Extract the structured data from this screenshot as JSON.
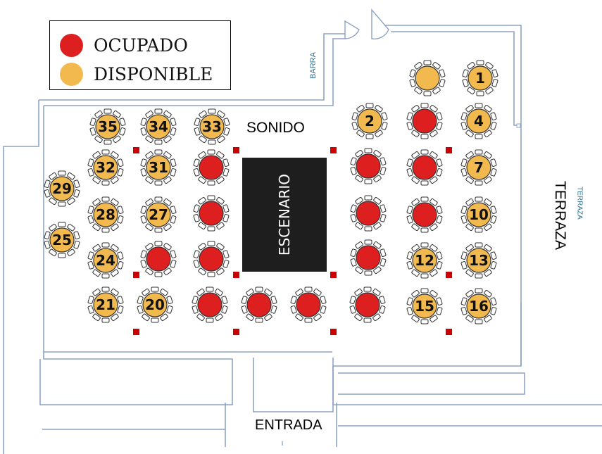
{
  "colors": {
    "occupied": "#dd1f1f",
    "available": "#f2b94e",
    "pillar": "#cc0000",
    "stage": "#1e1e1e",
    "wall": "#8ea3c4",
    "chair": "#ffffff"
  },
  "legend": {
    "occupied_label": "OCUPADO",
    "available_label": "DISPONIBLE"
  },
  "labels": {
    "barra": "BARRA",
    "sonido": "SONIDO",
    "escenario": "ESCENARIO",
    "terraza_small": "TERRAZA",
    "terraza": "TERRAZA",
    "entrada": "ENTRADA"
  },
  "tables": [
    {
      "number": "",
      "status": "available"
    },
    {
      "number": "1",
      "status": "available"
    },
    {
      "number": "2",
      "status": "available"
    },
    {
      "number": "",
      "status": "occupied"
    },
    {
      "number": "4",
      "status": "available"
    },
    {
      "number": "35",
      "status": "available"
    },
    {
      "number": "34",
      "status": "available"
    },
    {
      "number": "33",
      "status": "available"
    },
    {
      "number": "32",
      "status": "available"
    },
    {
      "number": "31",
      "status": "available"
    },
    {
      "number": "",
      "status": "occupied"
    },
    {
      "number": "",
      "status": "occupied"
    },
    {
      "number": "",
      "status": "occupied"
    },
    {
      "number": "7",
      "status": "available"
    },
    {
      "number": "29",
      "status": "available"
    },
    {
      "number": "28",
      "status": "available"
    },
    {
      "number": "27",
      "status": "available"
    },
    {
      "number": "",
      "status": "occupied"
    },
    {
      "number": "",
      "status": "occupied"
    },
    {
      "number": "",
      "status": "occupied"
    },
    {
      "number": "10",
      "status": "available"
    },
    {
      "number": "25",
      "status": "available"
    },
    {
      "number": "24",
      "status": "available"
    },
    {
      "number": "",
      "status": "occupied"
    },
    {
      "number": "",
      "status": "occupied"
    },
    {
      "number": "",
      "status": "occupied"
    },
    {
      "number": "12",
      "status": "available"
    },
    {
      "number": "13",
      "status": "available"
    },
    {
      "number": "21",
      "status": "available"
    },
    {
      "number": "20",
      "status": "available"
    },
    {
      "number": "",
      "status": "occupied"
    },
    {
      "number": "",
      "status": "occupied"
    },
    {
      "number": "",
      "status": "occupied"
    },
    {
      "number": "",
      "status": "occupied"
    },
    {
      "number": "15",
      "status": "available"
    },
    {
      "number": "16",
      "status": "available"
    }
  ]
}
